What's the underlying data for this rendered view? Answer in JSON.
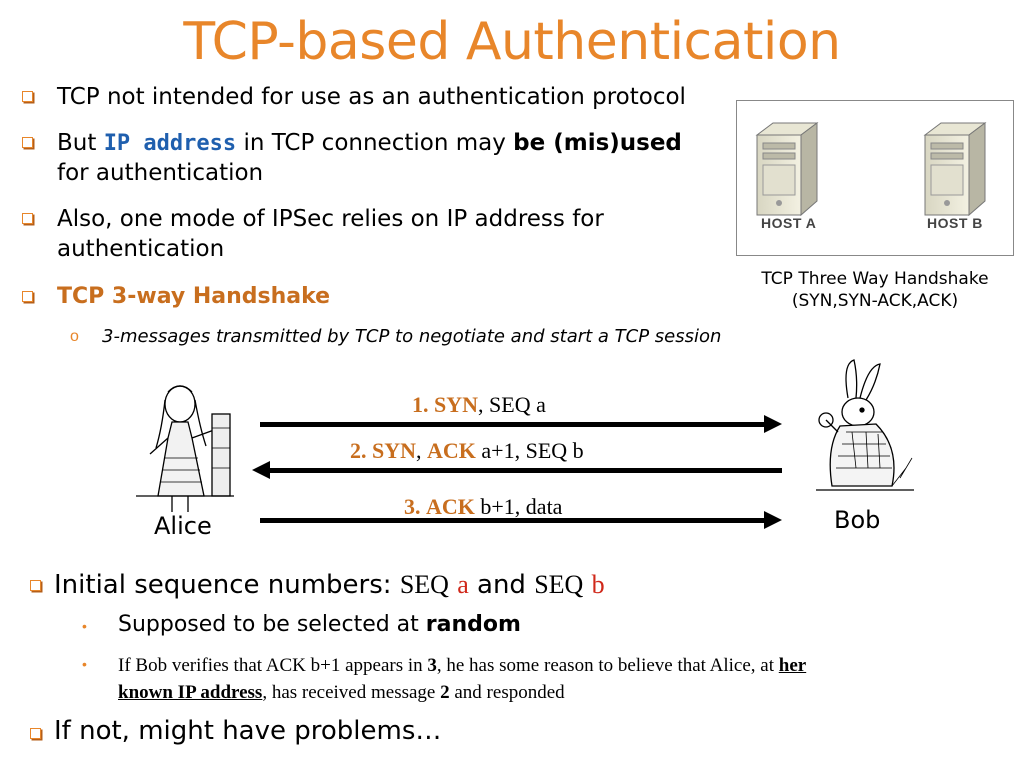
{
  "title": "TCP-based Authentication",
  "bullets": {
    "b1": "TCP not intended for use as an authentication protocol",
    "b2_pre": "But",
    "b2_mono": "IP address",
    "b2_mid": "in TCP connection may",
    "b2_bold": "be (mis)used",
    "b2_line2": "for authentication",
    "b3_line1": "Also, one mode of IPSec relies on IP address for",
    "b3_line2": "authentication",
    "b4": "TCP 3-way Handshake",
    "sub_marker": "o",
    "sub": "3-messages transmitted by TCP to negotiate and start a TCP session"
  },
  "hosts": {
    "host_a": "HOST A",
    "host_b": "HOST B",
    "caption_line1": "TCP Three Way Handshake",
    "caption_line2": "(SYN,SYN-ACK,ACK)"
  },
  "handshake": {
    "alice": "Alice",
    "bob": "Bob",
    "m1_num": "1.",
    "m1_kw": "SYN",
    "m1_rest": ", SEQ a",
    "m2_num": "2.",
    "m2_kw1": "SYN",
    "m2_sep": ",",
    "m2_kw2": "ACK",
    "m2_rest": "a+1, SEQ b",
    "m3_num": "3.",
    "m3_kw": "ACK",
    "m3_rest": "b+1, data"
  },
  "lower": {
    "isn_pre": "Initial sequence numbers:",
    "isn_seq1": "SEQ",
    "isn_a": "a",
    "isn_and": "and",
    "isn_seq2": "SEQ",
    "isn_b": "b",
    "dot": "•",
    "random_pre": "Supposed to be selected at",
    "random_bold": "random",
    "verify_1": "If Bob verifies that ACK b+1 appears in",
    "verify_3": "3",
    "verify_2": ", he has some reason to believe that Alice, at",
    "verify_her": "her",
    "verify_known": "known IP address",
    "verify_4": ", has received message",
    "verify_2num": "2",
    "verify_5": "and responded",
    "problems": "If not, might have problems…"
  },
  "colors": {
    "accent": "#e8862a",
    "keyword": "#c86e1e",
    "mono": "#1f5fae",
    "red": "#d0281a"
  }
}
